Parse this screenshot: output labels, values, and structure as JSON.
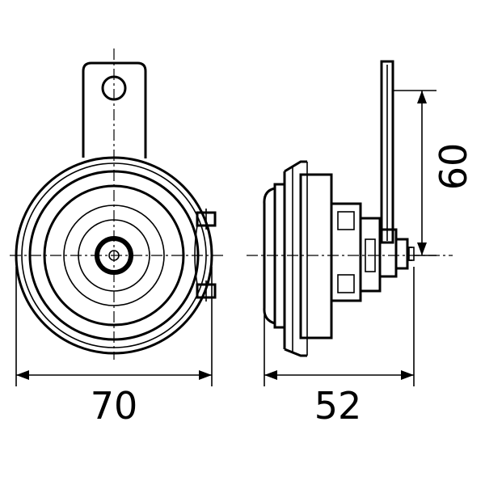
{
  "dimensions": {
    "width_front": "70",
    "depth_side": "52",
    "mount_height": "60"
  },
  "colors": {
    "line": "#000000",
    "background": "#ffffff"
  }
}
